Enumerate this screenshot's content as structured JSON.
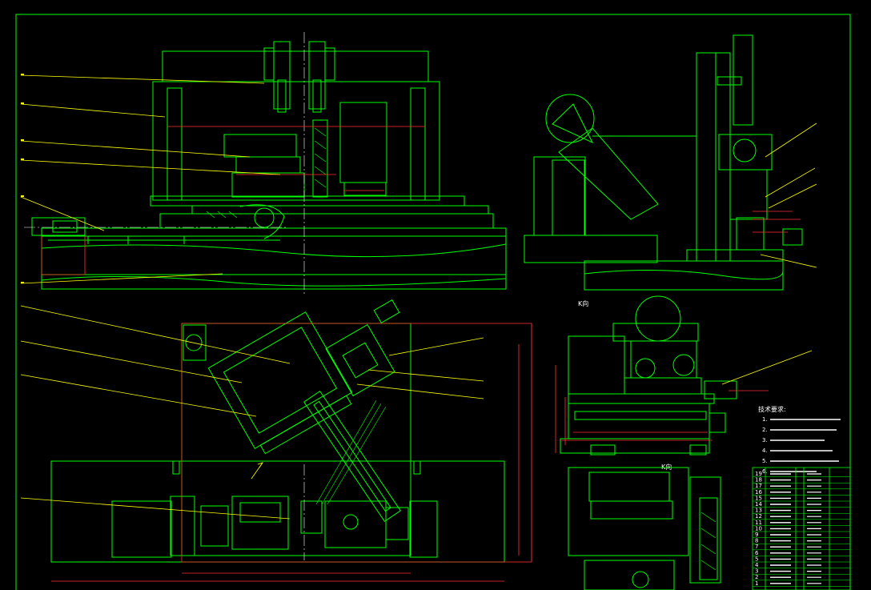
{
  "drawing": {
    "view_label_top": "K向",
    "view_label_bottom": "K向"
  },
  "tech_notes": {
    "title": "技术要求:",
    "lines": [
      "1.",
      "2.",
      "3.",
      "4.",
      "5.",
      "6."
    ]
  },
  "parts_table": {
    "rows": [
      "19",
      "18",
      "17",
      "16",
      "15",
      "14",
      "13",
      "12",
      "11",
      "10",
      "9",
      "8",
      "7",
      "6",
      "5",
      "4",
      "3",
      "2",
      "1"
    ]
  },
  "colors": {
    "background": "#000000",
    "outline": "#00ff00",
    "leader": "#ffff00",
    "dimension": "#ff3030",
    "text": "#ffffff",
    "hatch": "#00ff00"
  }
}
